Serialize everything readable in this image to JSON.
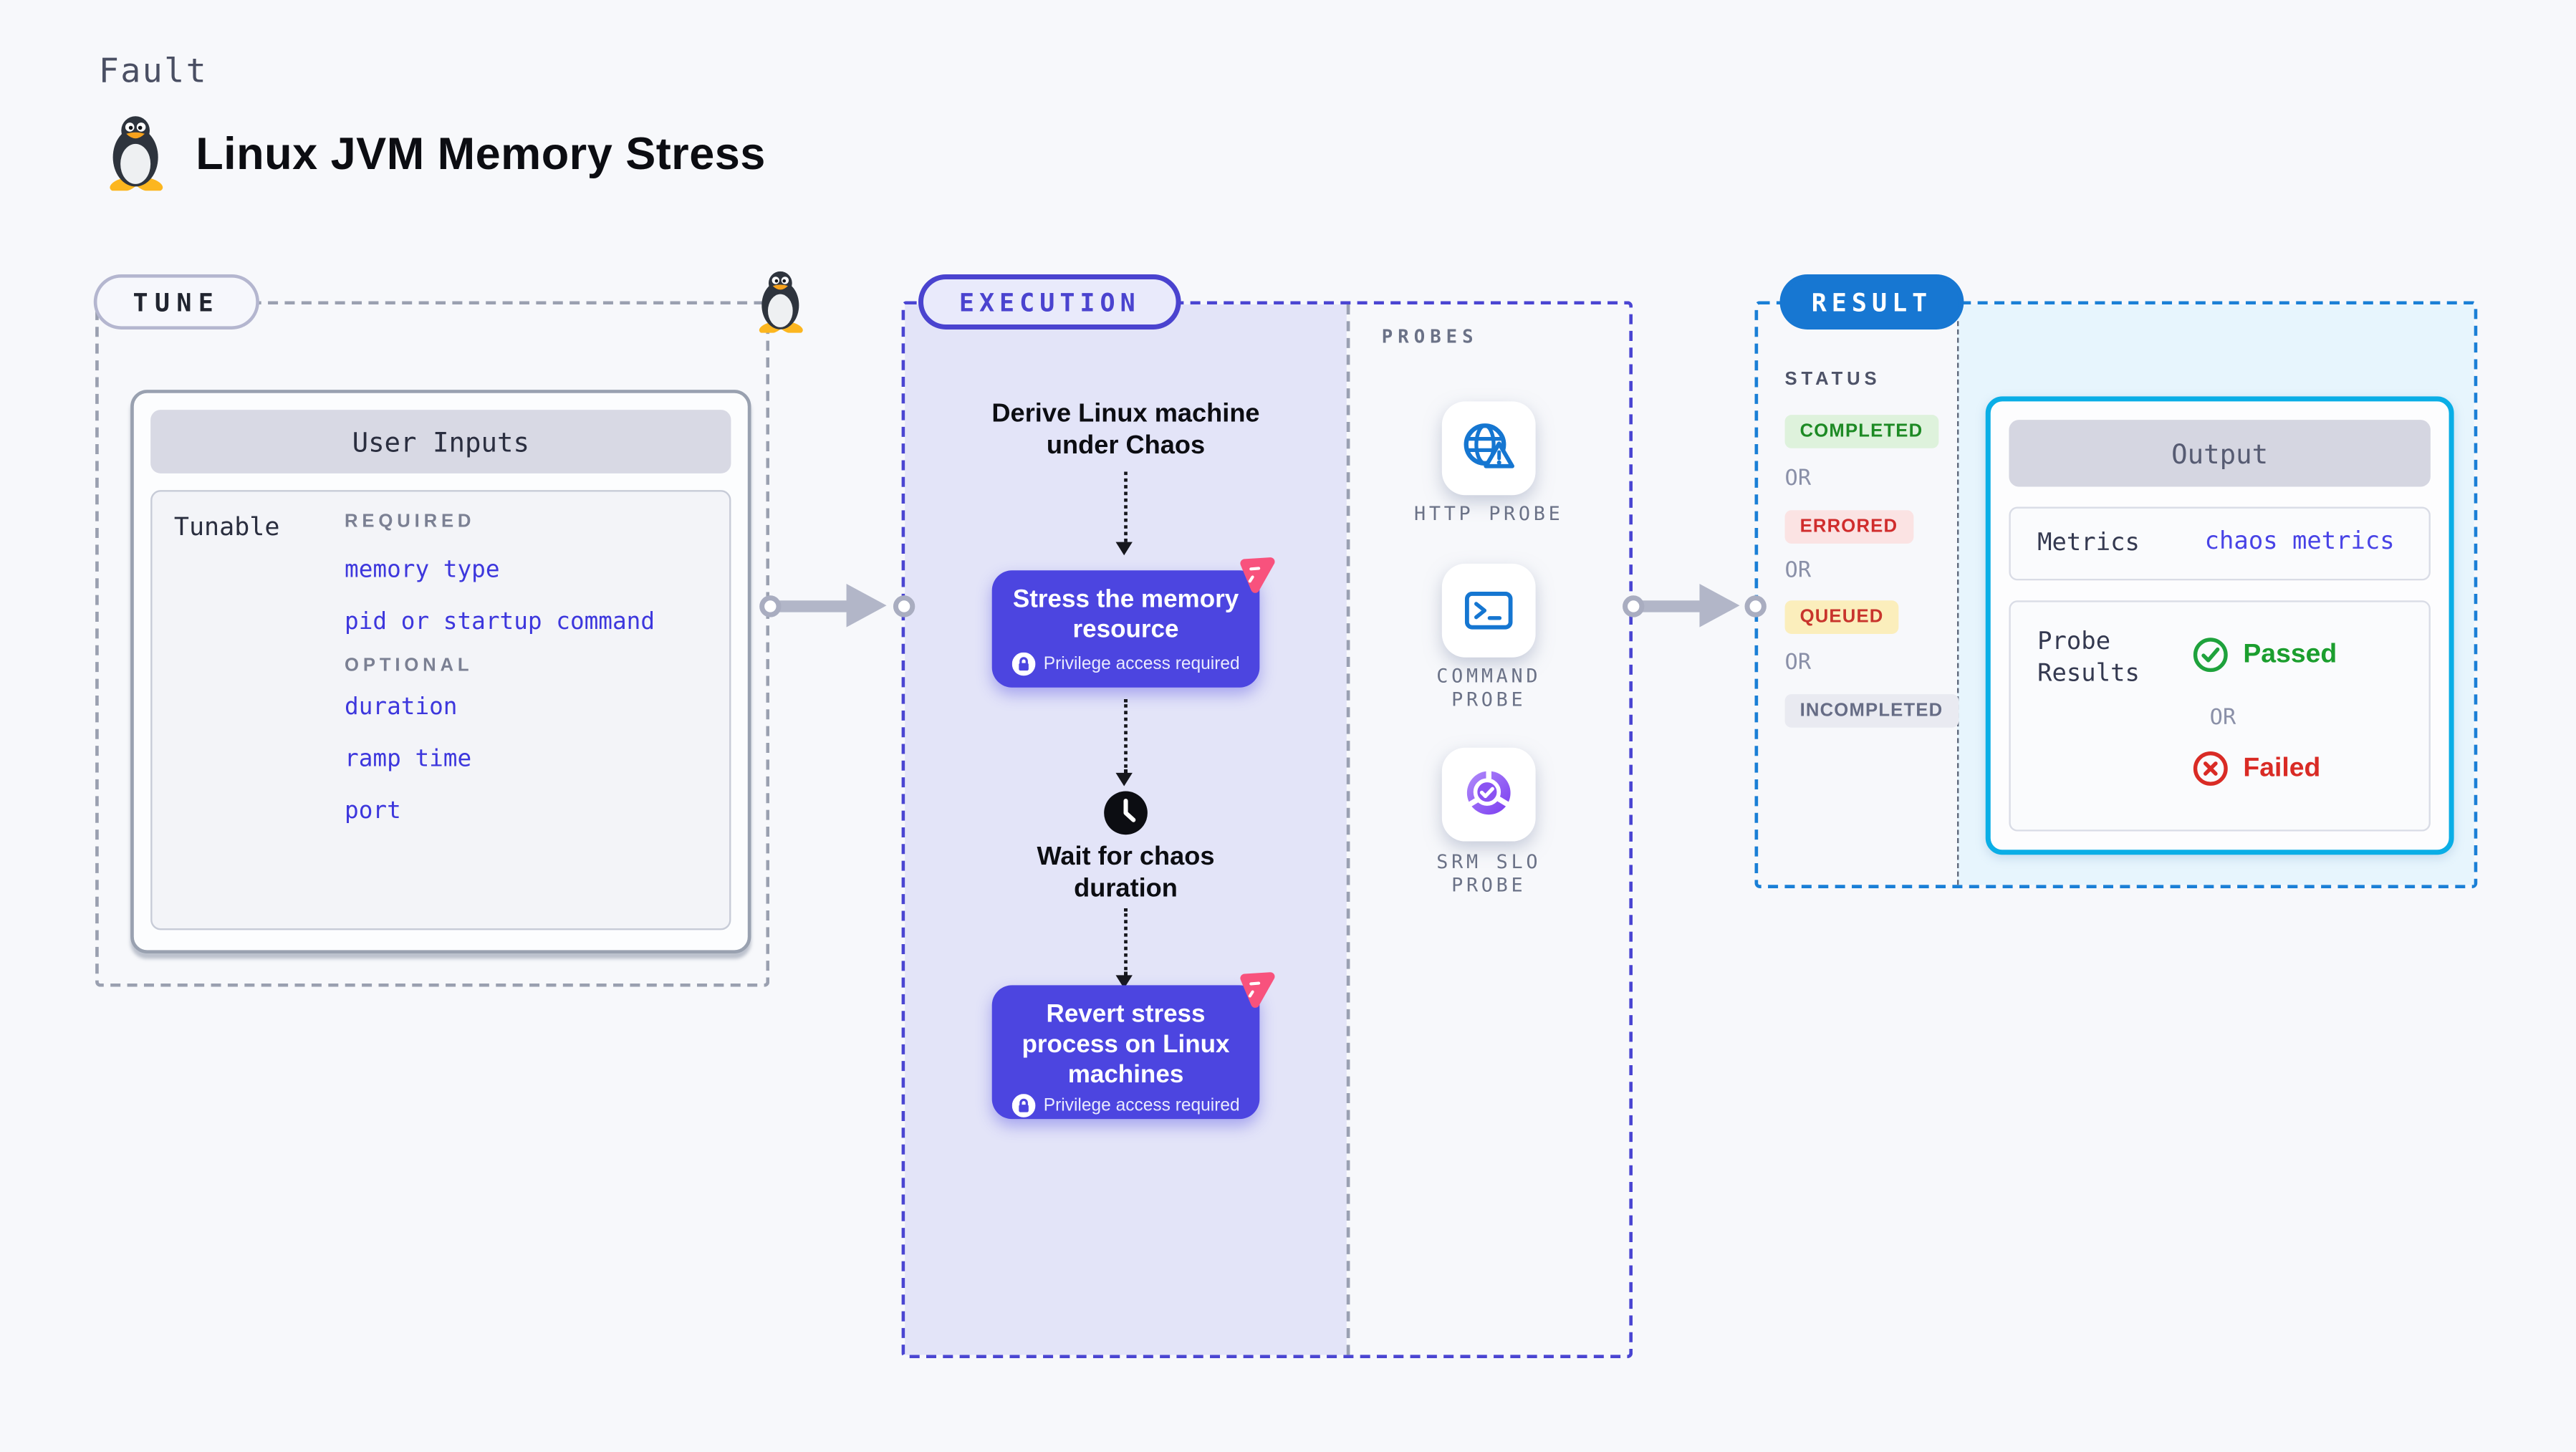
{
  "colors": {
    "accent_indigo": "#4c45e0",
    "accent_pink": "#f8527d",
    "result_blue": "#1777d2",
    "output_border": "#0aaee6",
    "link_indigo": "#3d37dd",
    "execution_bg": "#e3e4f8",
    "result_area_bg": "#e7f5fd",
    "probe_icon_blue": "#1576d1",
    "slo_purple": "#8a53f2"
  },
  "header": {
    "category": "Fault",
    "title": "Linux JVM Memory Stress"
  },
  "tune": {
    "badge": "TUNE",
    "panel_title": "User Inputs",
    "row_label": "Tunable",
    "required_label": "REQUIRED",
    "optional_label": "OPTIONAL",
    "required_items": [
      "memory type",
      "pid or startup command"
    ],
    "optional_items": [
      "duration",
      "ramp time",
      "port"
    ]
  },
  "execution": {
    "badge": "EXECUTION",
    "step_derive": "Derive Linux machine under Chaos",
    "step_stress": "Stress the memory resource",
    "step_wait": "Wait for chaos duration",
    "step_revert": "Revert stress process on Linux machines",
    "privilege_note": "Privilege access required"
  },
  "probes": {
    "label": "PROBES",
    "items": [
      {
        "name": "HTTP PROBE",
        "icon": "globe-alert-icon"
      },
      {
        "name": "COMMAND PROBE",
        "icon": "terminal-icon"
      },
      {
        "name": "SRM SLO PROBE",
        "icon": "slo-donut-check-icon"
      }
    ]
  },
  "result": {
    "badge": "RESULT",
    "status_label": "STATUS",
    "or_label": "OR",
    "statuses": [
      {
        "label": "COMPLETED",
        "bg": "#def2dc",
        "color": "#1d8a24"
      },
      {
        "label": "ERRORED",
        "bg": "#fbe3e3",
        "color": "#d02c2c"
      },
      {
        "label": "QUEUED",
        "bg": "#fbeebc",
        "color": "#c8342c"
      },
      {
        "label": "INCOMPLETED",
        "bg": "#e9eaf1",
        "color": "#666c85"
      }
    ],
    "output": {
      "title": "Output",
      "metrics_label": "Metrics",
      "metrics_value": "chaos metrics",
      "probe_results_label": "Probe Results",
      "passed_label": "Passed",
      "failed_label": "Failed"
    }
  }
}
